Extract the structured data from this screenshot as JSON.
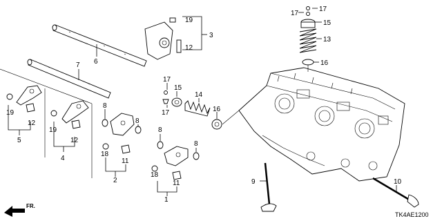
{
  "diagram_code": "TK4AE1200",
  "direction_label": "FR.",
  "callouts": {
    "c1": "1",
    "c2": "2",
    "c3": "3",
    "c4": "4",
    "c5": "5",
    "c6": "6",
    "c7": "7",
    "c8a": "8",
    "c8b": "8",
    "c8c": "8",
    "c8d": "8",
    "c9": "9",
    "c10": "10",
    "c11a": "11",
    "c11b": "11",
    "c12a": "12",
    "c12b": "12",
    "c12c": "12",
    "c13": "13",
    "c14": "14",
    "c15a": "15",
    "c15b": "15",
    "c16a": "16",
    "c16b": "16",
    "c17a": "17",
    "c17b": "17",
    "c17c": "17",
    "c17d": "17",
    "c18a": "18",
    "c18b": "18",
    "c19a": "19",
    "c19b": "19",
    "c19c": "19"
  }
}
